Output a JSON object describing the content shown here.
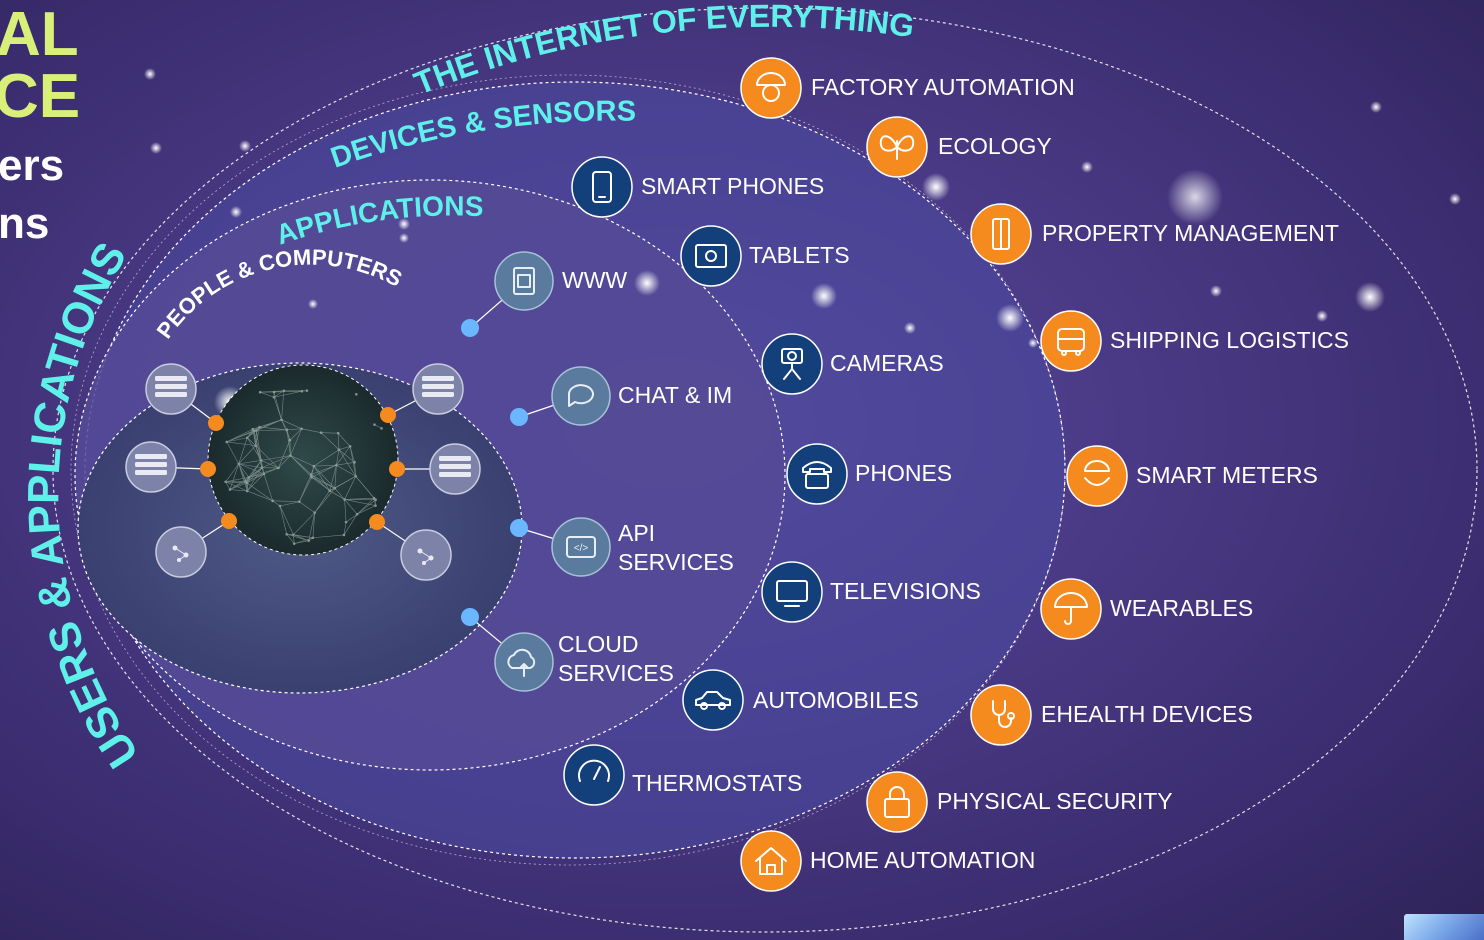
{
  "corner_text": {
    "line1": "AL",
    "line2": "CE",
    "line3": "ers",
    "line4": "ns"
  },
  "ring_titles": {
    "internet_of_everything": "THE INTERNET OF EVERYTHING",
    "devices_sensors": "DEVICES & SENSORS",
    "applications": "APPLICATIONS",
    "people_computers": "PEOPLE & COMPUTERS",
    "users_applications": "USERS & APPLICATIONS"
  },
  "applications": [
    {
      "id": "www",
      "label": "WWW",
      "icon": "browser-icon"
    },
    {
      "id": "chat-im",
      "label": "CHAT & IM",
      "icon": "chat-icon"
    },
    {
      "id": "api-services",
      "label": "API\nSERVICES",
      "icon": "api-icon"
    },
    {
      "id": "cloud-services",
      "label": "CLOUD\nSERVICES",
      "icon": "cloud-icon"
    }
  ],
  "devices": [
    {
      "id": "smart-phones",
      "label": "SMART PHONES",
      "icon": "smartphone-icon"
    },
    {
      "id": "tablets",
      "label": "TABLETS",
      "icon": "tablet-icon"
    },
    {
      "id": "cameras",
      "label": "CAMERAS",
      "icon": "camera-icon"
    },
    {
      "id": "phones",
      "label": "PHONES",
      "icon": "phone-icon"
    },
    {
      "id": "televisions",
      "label": "TELEVISIONS",
      "icon": "television-icon"
    },
    {
      "id": "automobiles",
      "label": "AUTOMOBILES",
      "icon": "car-icon"
    },
    {
      "id": "thermostats",
      "label": "THERMOSTATS",
      "icon": "thermostat-icon"
    }
  ],
  "everything": [
    {
      "id": "factory-automation",
      "label": "FACTORY AUTOMATION",
      "icon": "hardhat-worker-icon"
    },
    {
      "id": "ecology",
      "label": "ECOLOGY",
      "icon": "butterfly-icon"
    },
    {
      "id": "property-management",
      "label": "PROPERTY MANAGEMENT",
      "icon": "door-icon"
    },
    {
      "id": "shipping-logistics",
      "label": "SHIPPING LOGISTICS",
      "icon": "truck-icon"
    },
    {
      "id": "smart-meters",
      "label": "SMART METERS",
      "icon": "meter-worker-icon"
    },
    {
      "id": "wearables",
      "label": "WEARABLES",
      "icon": "umbrella-icon"
    },
    {
      "id": "ehealth-devices",
      "label": "EHEALTH DEVICES",
      "icon": "stethoscope-icon"
    },
    {
      "id": "physical-security",
      "label": "PHYSICAL SECURITY",
      "icon": "padlock-icon"
    },
    {
      "id": "home-automation",
      "label": "HOME AUTOMATION",
      "icon": "house-icon"
    }
  ],
  "colors": {
    "ring_title": "#5ff0ea",
    "corner_yellow": "#d8f07a",
    "orange": "#f58a1f",
    "device_blue": "#133f7a",
    "app_teal": "#5a7a9e",
    "connector_blue": "#6ab7ff"
  }
}
